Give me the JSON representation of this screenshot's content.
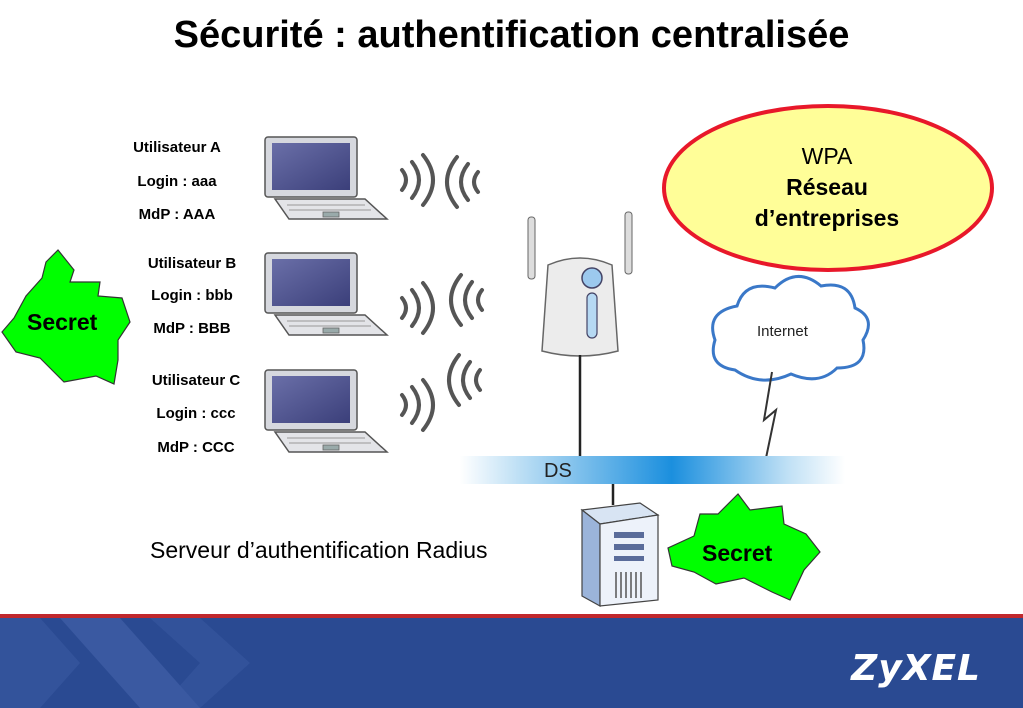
{
  "slide": {
    "title": "Sécurité : authentification centralisée"
  },
  "users": [
    {
      "name": "Utilisateur A",
      "login": "Login : aaa",
      "password": "MdP : AAA"
    },
    {
      "name": "Utilisateur B",
      "login": "Login : bbb",
      "password": "MdP : BBB"
    },
    {
      "name": "Utilisateur C",
      "login": "Login : ccc",
      "password": "MdP : CCC"
    }
  ],
  "wpa": {
    "line1": "WPA",
    "line2": "Réseau",
    "line3": "d’entreprises"
  },
  "secret_left": "Secret",
  "secret_right": "Secret",
  "network": {
    "ds_label": "DS",
    "internet_label": "Internet"
  },
  "radius_label": "Serveur d’authentification Radius",
  "footer": {
    "brand": "ZyXEL"
  },
  "colors": {
    "footer_blue": "#2a4a92",
    "footer_red": "#c0282d",
    "secret_green": "#00ff00",
    "wpa_fill": "#fffe98",
    "wpa_border": "#e8182a"
  },
  "icons": [
    "laptop-icon",
    "wifi-waves-icon",
    "access-point-icon",
    "cloud-icon",
    "server-icon"
  ]
}
